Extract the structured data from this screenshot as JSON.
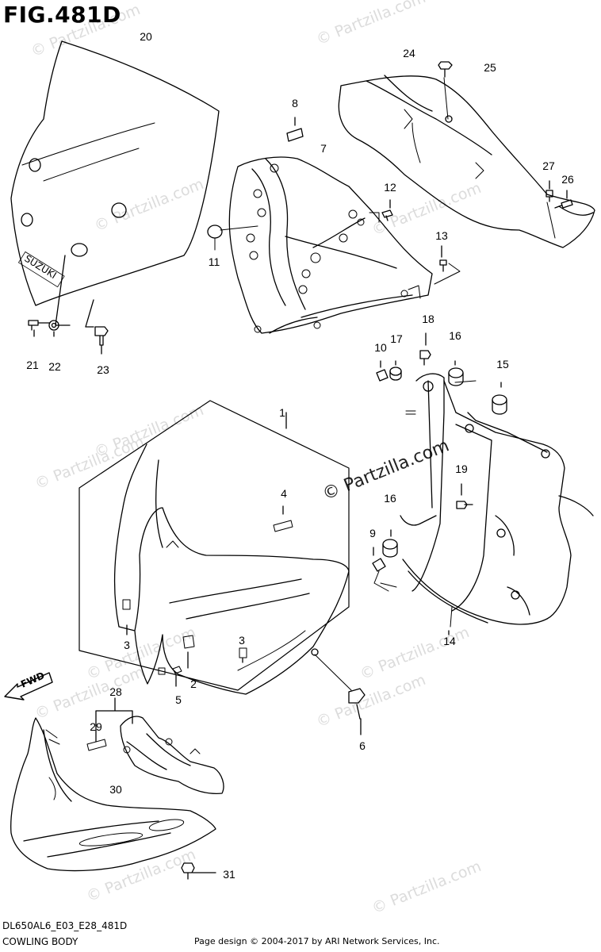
{
  "figure": {
    "title": "FIG.481D"
  },
  "watermark": {
    "text": "© Partzilla.com"
  },
  "fwd_label": "FWD",
  "callouts": [
    "1",
    "2",
    "3",
    "3",
    "4",
    "5",
    "6",
    "7",
    "8",
    "9",
    "10",
    "11",
    "12",
    "13",
    "14",
    "15",
    "16",
    "16",
    "17",
    "18",
    "19",
    "20",
    "21",
    "22",
    "23",
    "24",
    "25",
    "26",
    "27",
    "28",
    "29",
    "30",
    "31"
  ],
  "footer": {
    "code": "DL650AL6_E03_E28_481D",
    "section": "COWLING BODY",
    "credit": "Page design © 2004-2017 by ARI Network Services, Inc."
  }
}
